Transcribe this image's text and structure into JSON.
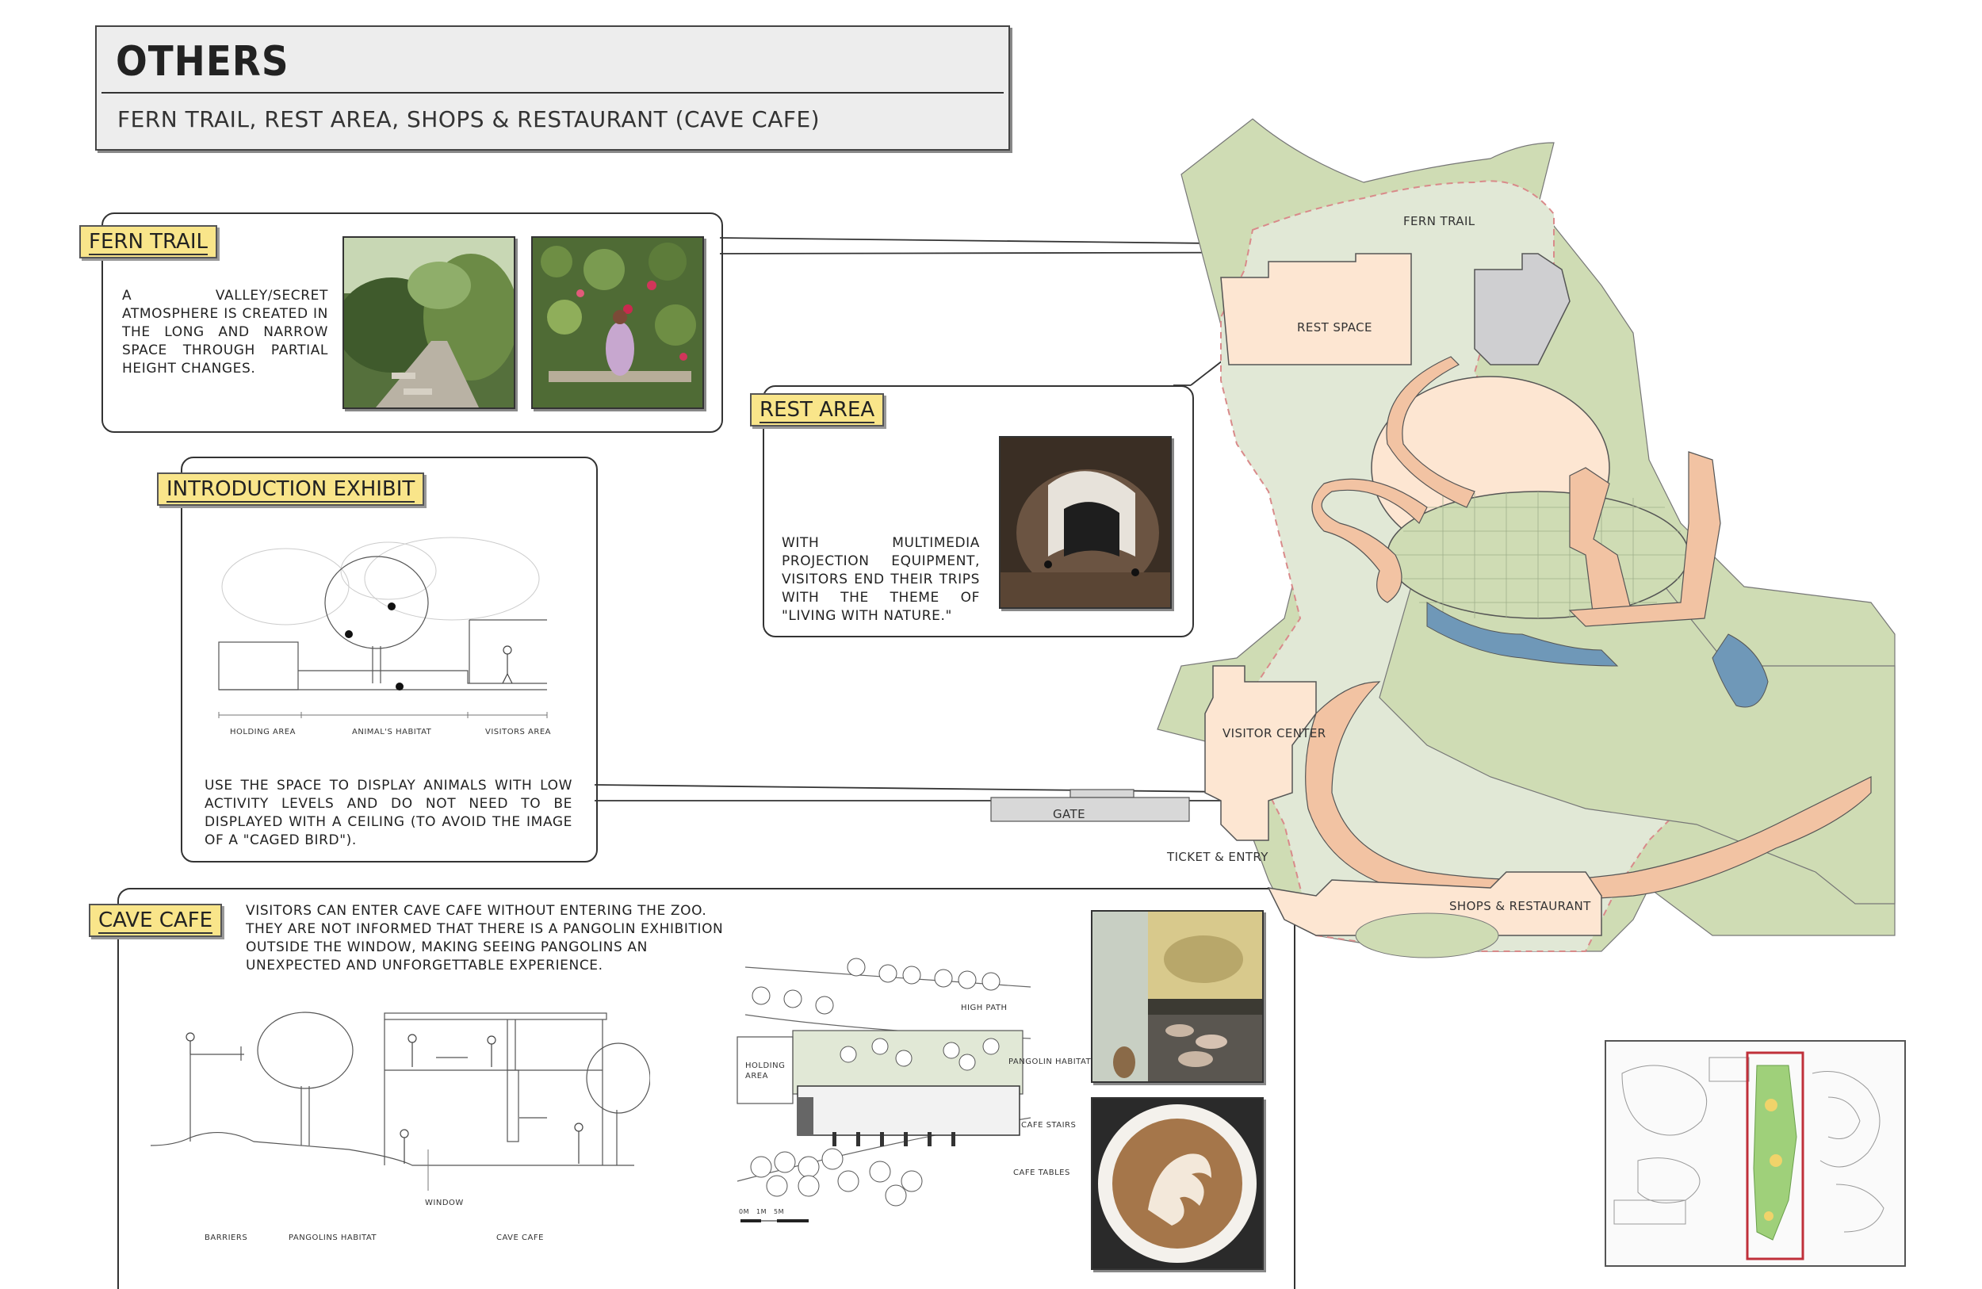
{
  "header": {
    "title": "OTHERS",
    "subtitle": "FERN TRAIL, REST AREA, SHOPS & RESTAURANT (CAVE CAFE)"
  },
  "fern_trail": {
    "tag": "FERN TRAIL",
    "text": "A VALLEY/SECRET ATMOSPHERE IS CREATED IN THE LONG AND NARROW SPACE THROUGH PARTIAL HEIGHT CHANGES."
  },
  "rest_area": {
    "tag": "REST AREA",
    "text": "WITH MULTIMEDIA PROJECTION EQUIPMENT, VISITORS END THEIR TRIPS WITH THE THEME OF \"LIVING WITH NATURE.\""
  },
  "intro_exhibit": {
    "tag": "INTRODUCTION EXHIBIT",
    "section_labels": [
      "HOLDING AREA",
      "ANIMAL'S HABITAT",
      "VISITORS AREA"
    ],
    "text": "USE THE SPACE TO DISPLAY ANIMALS WITH LOW ACTIVITY LEVELS AND DO NOT NEED TO BE DISPLAYED WITH A CEILING (TO AVOID THE IMAGE OF A \"CAGED BIRD\")."
  },
  "cave_cafe": {
    "tag": "CAVE CAFE",
    "text": "VISITORS CAN ENTER CAVE CAFE WITHOUT ENTERING THE ZOO. THEY ARE NOT INFORMED THAT THERE IS A PANGOLIN EXHIBITION OUTSIDE THE WINDOW, MAKING SEEING PANGOLINS AN UNEXPECTED AND UNFORGETTABLE EXPERIENCE.",
    "section_labels": [
      "BARRIERS",
      "PANGOLINS HABITAT",
      "CAVE CAFE"
    ],
    "window_label": "WINDOW",
    "plan_labels": {
      "high_path": "HIGH PATH",
      "holding_area": "HOLDING AREA",
      "pangolin_habitat": "PANGOLIN HABITAT",
      "cafe_stairs": "CAFE STAIRS",
      "cafe_tables": "CAFE TABLES"
    },
    "scale_labels": [
      "0M",
      "1M",
      "5M"
    ]
  },
  "site_map": {
    "labels": {
      "fern_trail": "FERN TRAIL",
      "rest_space": "REST SPACE",
      "visitor_center": "VISITOR CENTER",
      "gate": "GATE",
      "ticket_entry": "TICKET & ENTRY",
      "shops_restaurant": "SHOPS & RESTAURANT"
    },
    "colors": {
      "green": "#cfdcb4",
      "light_green": "#e1e8d6",
      "peach": "#fde6d2",
      "salmon": "#f2c3a3",
      "gray": "#cfcfd1",
      "water": "#6f98b8",
      "outline_dash": "#d98a8a"
    }
  },
  "colors": {
    "tag_fill": "#f9e58a",
    "header_fill": "#ededed"
  }
}
